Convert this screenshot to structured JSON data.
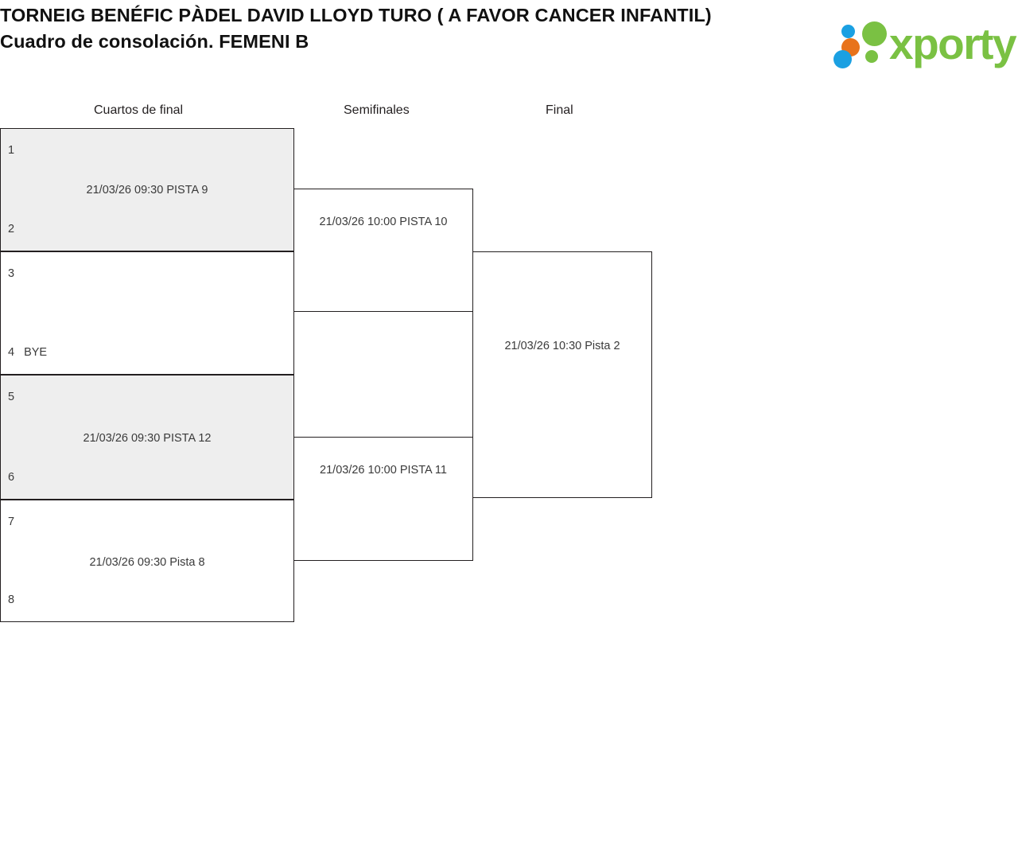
{
  "header": {
    "title": "TORNEIG BENÉFIC PÀDEL DAVID LLOYD TURO ( A FAVOR CANCER INFANTIL)\nCuadro de consolación. FEMENI B",
    "logo_text": "xporty",
    "logo_colors": {
      "green": "#7ac143",
      "blue": "#1ba0e2",
      "orange": "#e8731b"
    }
  },
  "rounds": [
    {
      "label": "Cuartos de final"
    },
    {
      "label": "Semifinales"
    },
    {
      "label": "Final"
    }
  ],
  "bracket": {
    "quarterfinals": [
      {
        "seed_top": "1",
        "name_top": "",
        "seed_bottom": "2",
        "name_bottom": "",
        "info": "21/03/26 09:30 PISTA 9",
        "shaded": true
      },
      {
        "seed_top": "3",
        "name_top": "",
        "seed_bottom": "4",
        "name_bottom": "BYE",
        "info": "",
        "shaded": false
      },
      {
        "seed_top": "5",
        "name_top": "",
        "seed_bottom": "6",
        "name_bottom": "",
        "info": "21/03/26 09:30 PISTA 12",
        "shaded": true
      },
      {
        "seed_top": "7",
        "name_top": "",
        "seed_bottom": "8",
        "name_bottom": "",
        "info": "21/03/26 09:30 Pista 8",
        "shaded": false
      }
    ],
    "semifinals": [
      {
        "info": "21/03/26 10:00 PISTA 10"
      },
      {
        "info": "21/03/26 10:00 PISTA 11"
      }
    ],
    "final": [
      {
        "info": "21/03/26 10:30 Pista 2"
      }
    ]
  },
  "colors": {
    "border": "#231f20",
    "shaded_bg": "#eeeeee",
    "text": "#3a3a3a"
  }
}
